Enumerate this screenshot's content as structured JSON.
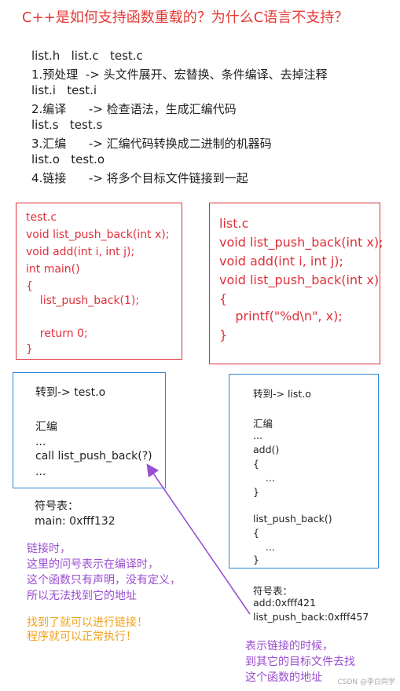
{
  "title": "C++是如何支持函数重载的？为什么C语言不支持？",
  "steps": [
    "list.h   list.c   test.c",
    "1.预处理  -> 头文件展开、宏替换、条件编译、去掉注释",
    "list.i   test.i",
    "2.编译      -> 检查语法，生成汇编代码",
    "list.s   test.s",
    "3.汇编      -> 汇编代码转换成二进制的机器码",
    "list.o   test.o",
    "4.链接      -> 将多个目标文件链接到一起"
  ],
  "test_c": [
    "test.c",
    "void list_push_back(int x);",
    "void add(int i, int j);",
    "int main()",
    "{",
    "    list_push_back(1);",
    "",
    "    return 0;",
    "}"
  ],
  "list_c": [
    "list.c",
    "void list_push_back(int x);",
    "void add(int i, int j);",
    "void list_push_back(int x)",
    "{",
    "    printf(\"%d\\n\", x);",
    "}"
  ],
  "test_o": [
    "转到-> test.o",
    "",
    "汇编",
    "...",
    "call list_push_back(?)",
    "..."
  ],
  "list_o": [
    "转到-> list.o",
    "",
    "汇编",
    "...",
    "add()",
    "{",
    "    ...",
    "}",
    "",
    "list_push_back()",
    "{",
    "    ...",
    "}"
  ],
  "symtab_left": [
    "符号表：",
    "main: 0xfff132"
  ],
  "symtab_right": [
    "符号表：",
    "add:0xfff421",
    "list_push_back:0xfff457"
  ],
  "note_link": [
    "链接时，",
    "这里的问号表示在编译时，",
    "这个函数只有声明，没有定义，",
    "所以无法找到它的地址"
  ],
  "note_ok": [
    "找到了就可以进行链接！",
    "程序就可以正常执行！"
  ],
  "note_right": [
    "表示链接的时候，",
    "到其它的目标文件去找",
    "这个函数的地址"
  ],
  "watermark": "CSDN @李白同学",
  "colors": {
    "red": "#e0303a",
    "blue": "#2a86d9",
    "purple": "#9a4ed0",
    "orange": "#f0a21c"
  }
}
